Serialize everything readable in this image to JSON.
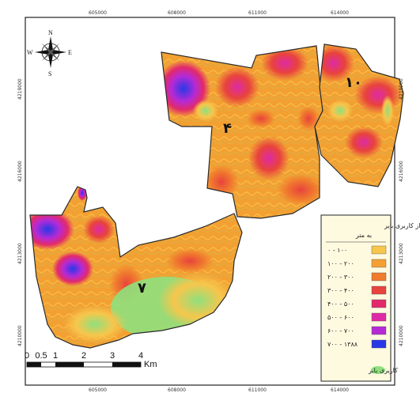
{
  "colors": {
    "frame": "#222222",
    "background": "#ffffff",
    "legend_bg": "#fdfae0",
    "boundary": "#2a2a2a"
  },
  "grid_labels": {
    "x_top": [
      "605000",
      "608000",
      "611000",
      "614000"
    ],
    "x_bottom": [
      "605000",
      "608000",
      "611000",
      "614000"
    ],
    "y_left": [
      "4219000",
      "4216000",
      "4213000",
      "4210000"
    ],
    "y_right": [
      "4219000",
      "4216000",
      "4213000",
      "4210000"
    ]
  },
  "north_arrow": {
    "icon": "compass-rose-icon",
    "n": "N",
    "s": "S",
    "e": "E",
    "w": "W"
  },
  "districts": [
    {
      "id": "d4",
      "label": "۴"
    },
    {
      "id": "d7",
      "label": "۷"
    },
    {
      "id": "d10",
      "label": "۱۰"
    }
  ],
  "legend": {
    "title_line1": "فاصله از کاربری بایر",
    "title_line2": "به متر",
    "classes": [
      {
        "range": "۰ - ۱۰۰",
        "color": "#f7c64c"
      },
      {
        "range": "۱۰۰ - ۲۰۰",
        "color": "#f3a033"
      },
      {
        "range": "۲۰۰ - ۳۰۰",
        "color": "#f07a2e"
      },
      {
        "range": "۳۰۰ - ۴۰۰",
        "color": "#e8433c"
      },
      {
        "range": "۴۰۰ - ۵۰۰",
        "color": "#e22a6a"
      },
      {
        "range": "۵۰۰ - ۶۰۰",
        "color": "#de2aa6"
      },
      {
        "range": "۶۰۰ - ۷۰۰",
        "color": "#b52ad6"
      },
      {
        "range": "۷۰۰ - ۱۳۸۸",
        "color": "#2838e6"
      }
    ],
    "landuse_label": "کاربری بایر",
    "landuse_color": "#8fe07d"
  },
  "scale_bar": {
    "labels": [
      "0",
      "0.5",
      "1",
      "2",
      "3",
      "4"
    ],
    "unit": "Km"
  }
}
